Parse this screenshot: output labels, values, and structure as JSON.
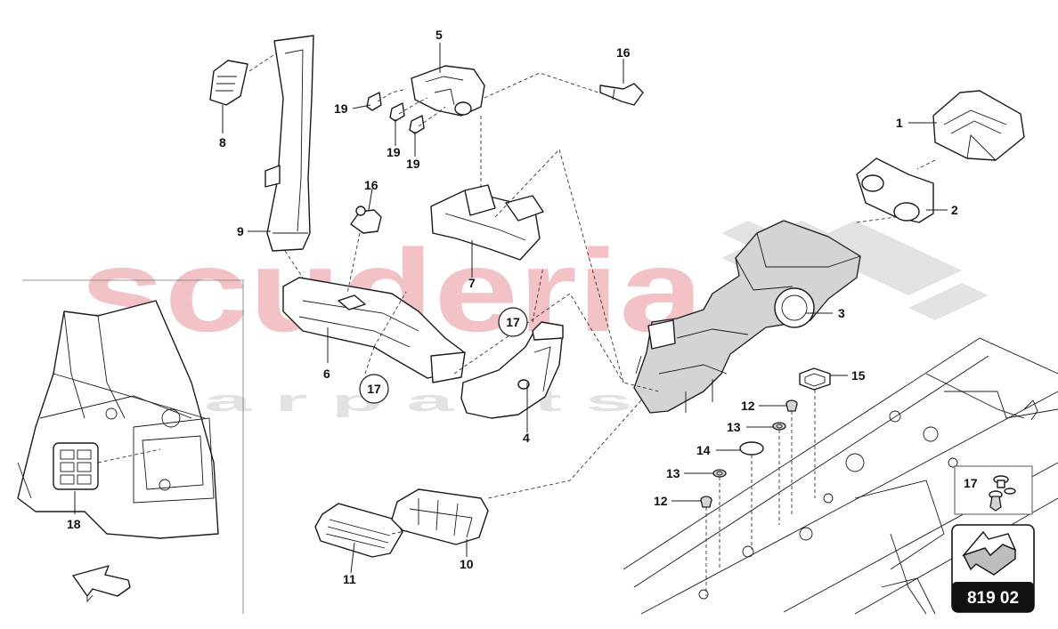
{
  "watermark": {
    "main": "scuderia",
    "sub": "c a r p a r t s"
  },
  "callouts": {
    "c1": "1",
    "c2": "2",
    "c3": "3",
    "c4": "4",
    "c5": "5",
    "c6": "6",
    "c7": "7",
    "c8": "8",
    "c9": "9",
    "c10": "10",
    "c11": "11",
    "c12a": "12",
    "c12b": "12",
    "c13a": "13",
    "c13b": "13",
    "c14": "14",
    "c15": "15",
    "c16a": "16",
    "c16b": "16",
    "c17a": "17",
    "c17b": "17",
    "c18": "18",
    "c19a": "19",
    "c19b": "19",
    "c19c": "19"
  },
  "legend_box": {
    "label": "17"
  },
  "page_badge": {
    "number": "819 02"
  },
  "colors": {
    "watermark_red": "#f3c2c6",
    "watermark_grey": "#e2e2e2",
    "line": "#1a1a1a"
  }
}
